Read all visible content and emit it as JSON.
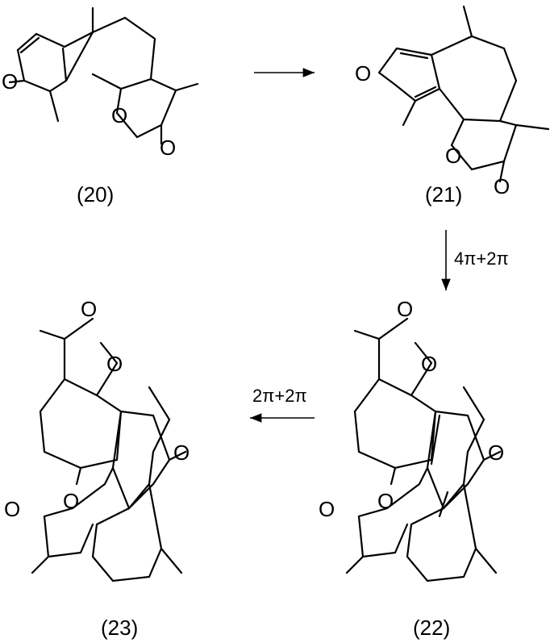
{
  "compounds": {
    "c20": {
      "label": "(20)"
    },
    "c21": {
      "label": "(21)"
    },
    "c22": {
      "label": "(22)"
    },
    "c23": {
      "label": "(23)"
    }
  },
  "arrows": {
    "a1": {
      "condition": ""
    },
    "a2": {
      "condition": "4π+2π"
    },
    "a3": {
      "condition": "2π+2π"
    }
  },
  "atoms": {
    "oxygen": "O"
  }
}
